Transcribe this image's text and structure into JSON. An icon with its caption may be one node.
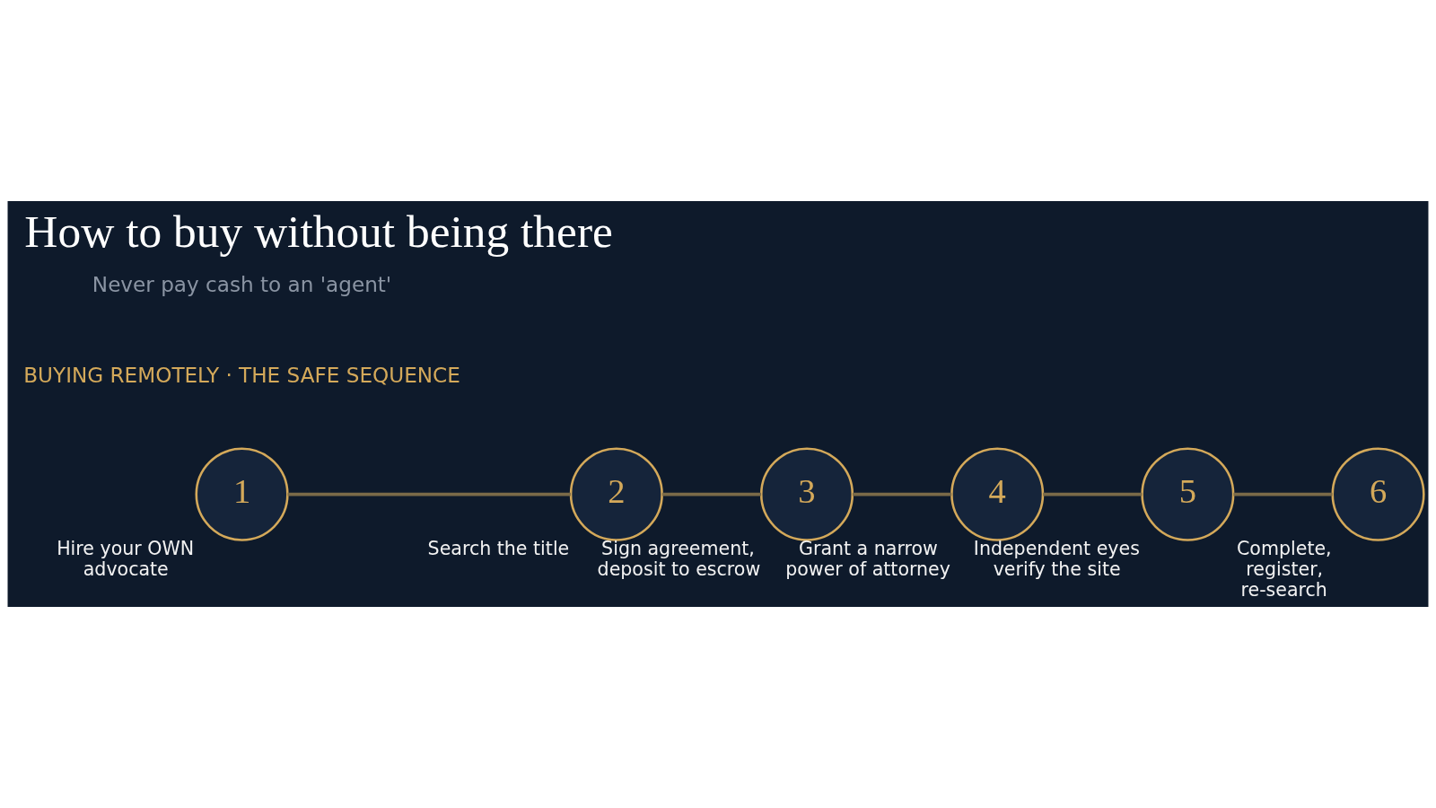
{
  "diagram": {
    "title": "How to buy without being there",
    "nodes": [
      {
        "text": [
          "1"
        ],
        "beside": [
          "Hire your OWN advocate"
        ]
      },
      {
        "text": [
          "2"
        ],
        "beside": [
          "Search the title"
        ]
      },
      {
        "text": [
          "3"
        ],
        "beside": [
          "Sign agreement, deposit to escrow"
        ]
      },
      {
        "text": [
          "4"
        ],
        "beside": [
          "Grant a narrow power of attorney"
        ]
      },
      {
        "text": [
          "5"
        ],
        "beside": [
          "Independent eyes verify the site"
        ]
      },
      {
        "text": [
          "6"
        ],
        "beside": [
          "Complete, register, re-search"
        ]
      }
    ],
    "edges": [
      {
        "from": 0,
        "to": 1,
        "arrow": "none"
      },
      {
        "from": 1,
        "to": 2,
        "arrow": "none"
      },
      {
        "from": 2,
        "to": 3,
        "arrow": "none"
      },
      {
        "from": 3,
        "to": 4,
        "arrow": "none"
      },
      {
        "from": 4,
        "to": 5,
        "arrow": "none"
      }
    ],
    "labels": [
      "BUYING REMOTELY · THE SAFE SEQUENCE",
      "Never pay cash to an 'agent'"
    ]
  }
}
